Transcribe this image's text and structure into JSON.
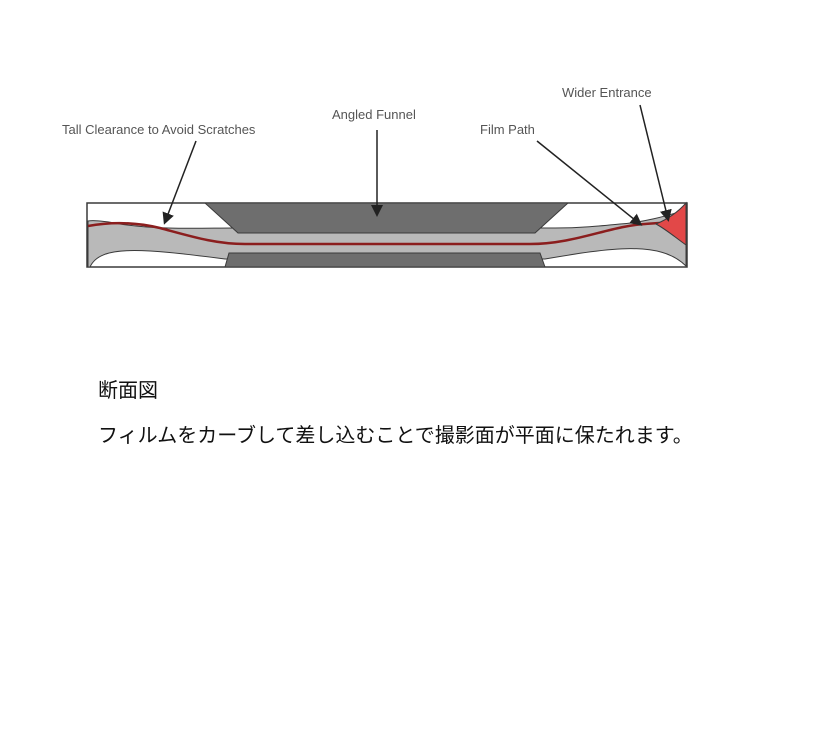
{
  "labels": {
    "tall_clearance": "Tall Clearance to Avoid Scratches",
    "angled_funnel": "Angled Funnel",
    "film_path": "Film Path",
    "wider_entrance": "Wider Entrance"
  },
  "caption": {
    "title": "断面図",
    "body": "フィルムをカーブして差し込むことで撮影面が平面に保たれます。"
  },
  "colors": {
    "outline": "#3a3a3a",
    "light_gray": "#b9b9b9",
    "dark_gray": "#6e6e6e",
    "film": "#8b1e1e",
    "entrance_red": "#e24848",
    "arrow": "#222222"
  }
}
